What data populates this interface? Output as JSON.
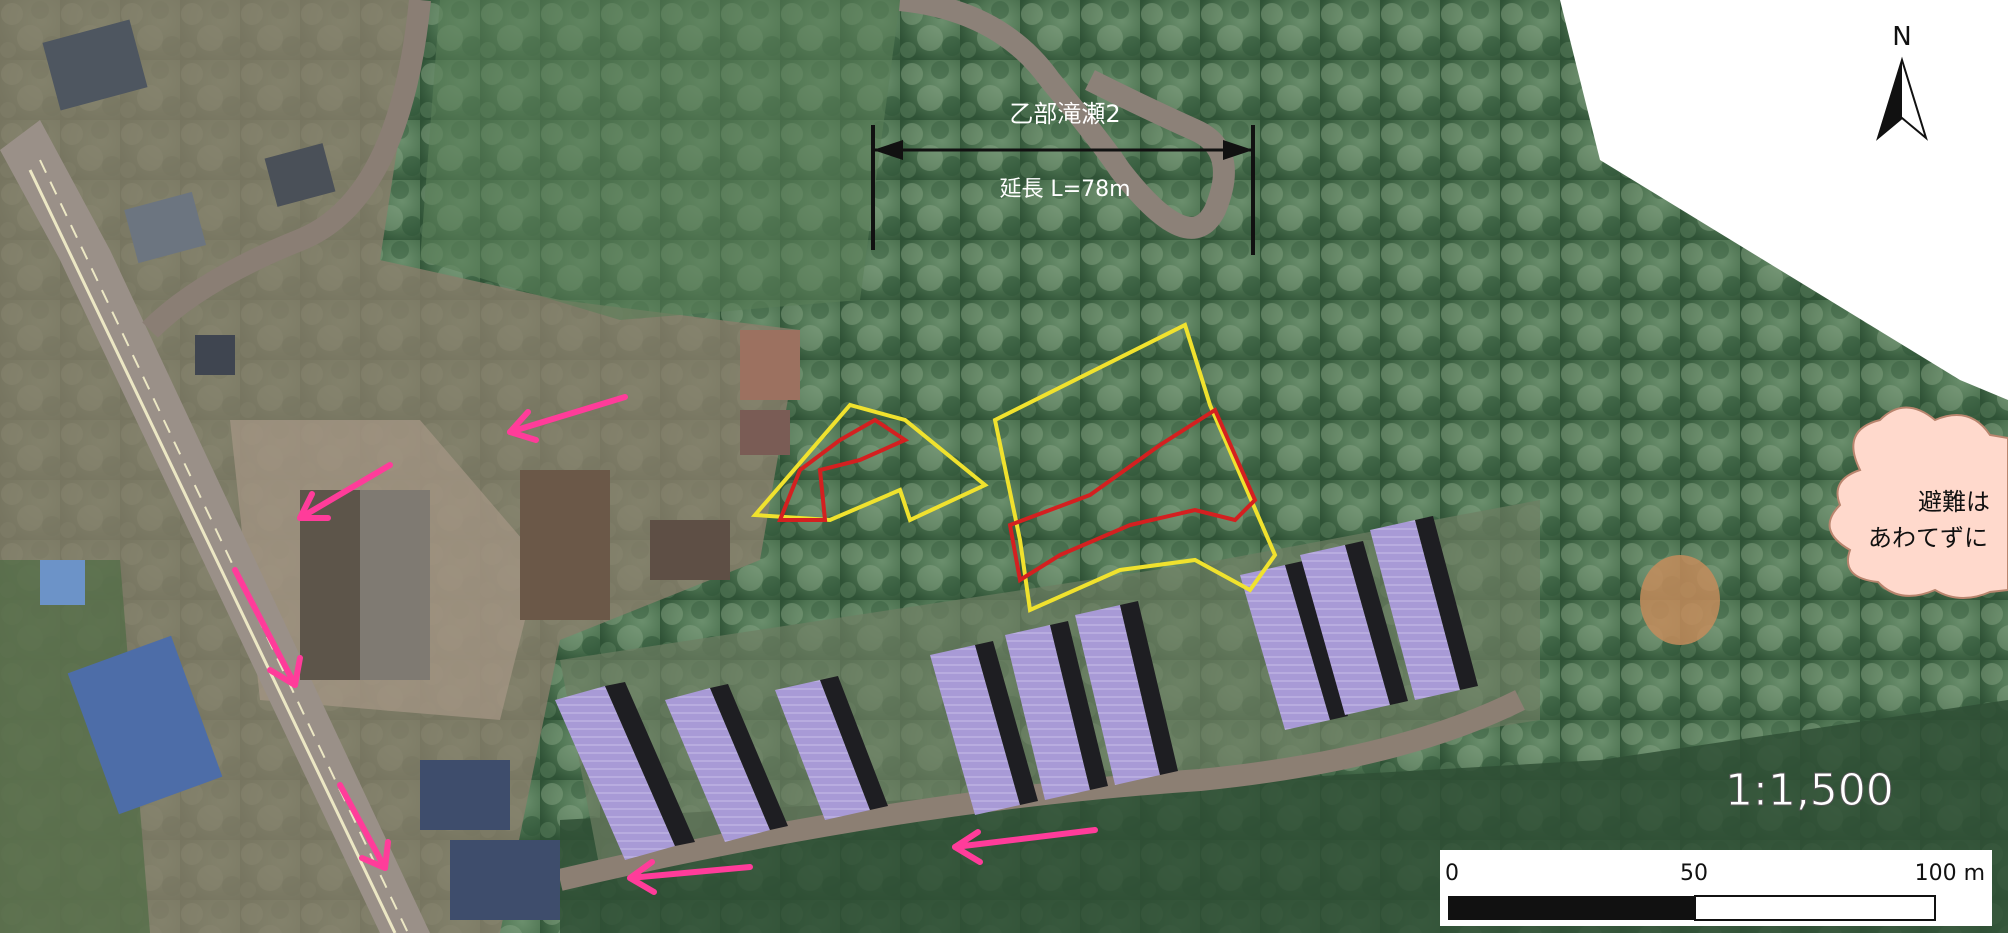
{
  "map": {
    "north_label": "N",
    "section": {
      "name": "乙部滝瀬2",
      "length": "延長 L=78m"
    },
    "scale_ratio": "1:1,500",
    "scale_bar": {
      "unit": "m",
      "ticks": [
        "0",
        "50",
        "100 m"
      ]
    },
    "notice": {
      "line1": "避難は",
      "line2": "あわてずに"
    },
    "colors": {
      "hazard_zone_outer": "#f0e22e",
      "hazard_zone_inner": "#d42020",
      "evacuation_arrow": "#ff3c9a",
      "bubble_fill": "#ffd9cc",
      "bubble_stroke": "#b9856e"
    }
  }
}
